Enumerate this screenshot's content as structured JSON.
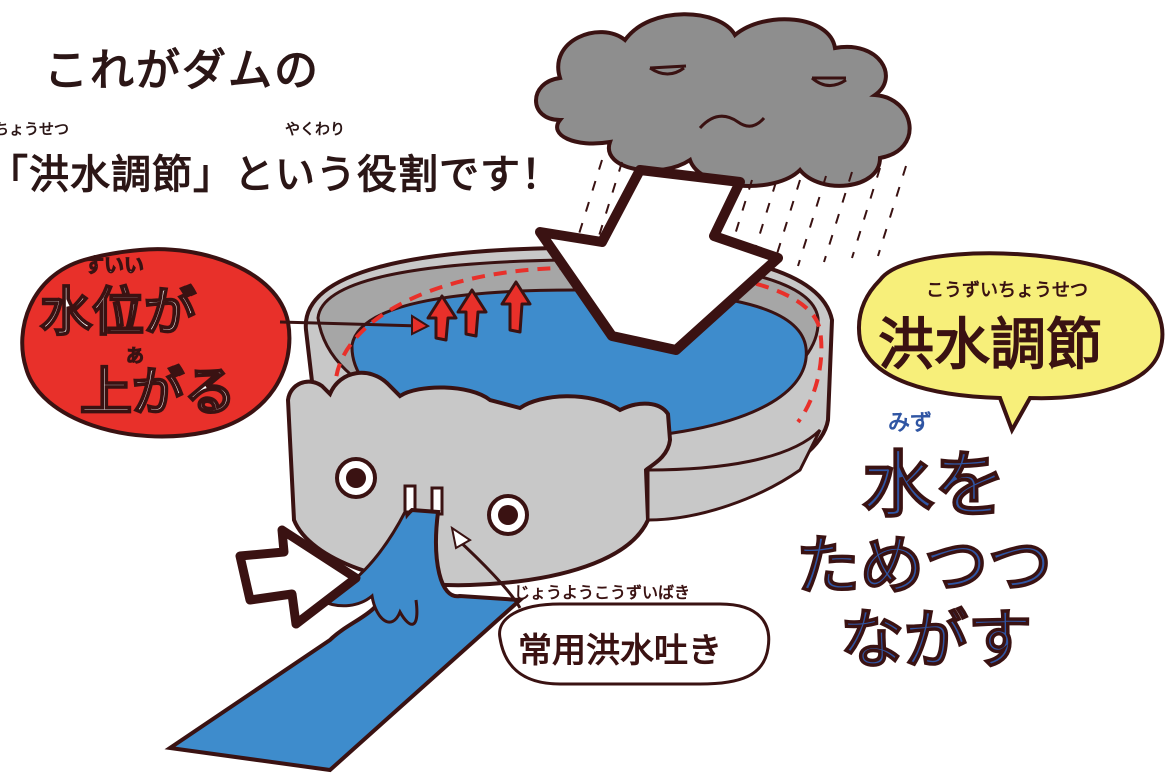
{
  "title": {
    "line1": "これがダムの",
    "line2": "「洪水調節」という役割です！",
    "ruby_chousetsu": "ちょうせつ",
    "ruby_yakuwari": "やくわり"
  },
  "labels": {
    "water_level": {
      "ruby_suii": "すいい",
      "text1": "水位が",
      "ruby_a": "あ",
      "text2": "上がる"
    },
    "flood_control": {
      "ruby": "こうずいちょうせつ",
      "text": "洪水調節"
    },
    "store_and_release": {
      "ruby": "みず",
      "line1": "水を",
      "line2": "ためつつ",
      "line3": "ながす"
    },
    "spillway": {
      "ruby": "じょうようこうずいばき",
      "text": "常用洪水吐き"
    }
  },
  "colors": {
    "outline": "#3a1212",
    "red": "#e8302a",
    "yellow": "#f7ef7a",
    "blue_text": "#2f55a3",
    "water": "#3e8ccc",
    "dam_gray": "#c8c8c8",
    "dam_inner": "#a6a6a6",
    "cloud": "#8e8e8e"
  }
}
